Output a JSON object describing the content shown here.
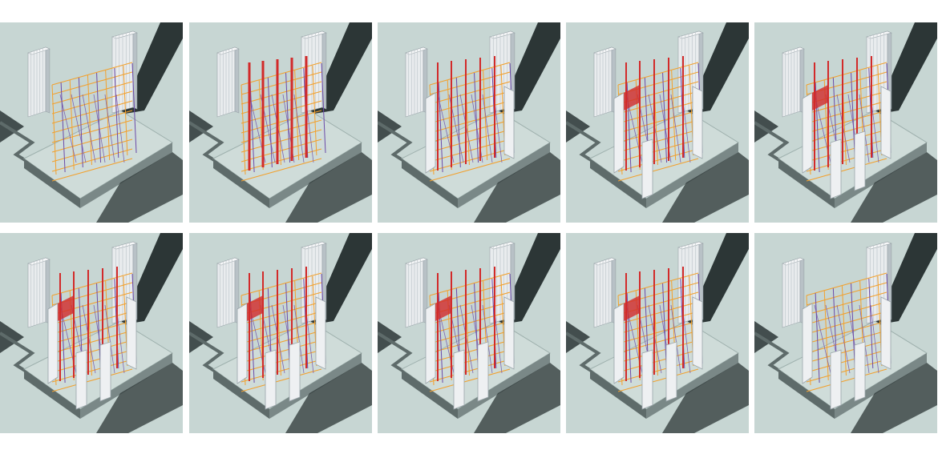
{
  "figure": {
    "panels": [
      {
        "id": 1,
        "stage": "scaffold-only",
        "red_columns": false,
        "panels_placed": 0
      },
      {
        "id": 2,
        "stage": "red-columns",
        "red_columns": true,
        "panels_placed": 0
      },
      {
        "id": 3,
        "stage": "walls-partial",
        "red_columns": true,
        "panels_placed": 2
      },
      {
        "id": 4,
        "stage": "walls-more",
        "red_columns": true,
        "panels_placed": 3
      },
      {
        "id": 5,
        "stage": "walls-red-inner",
        "red_columns": true,
        "panels_placed": 4
      },
      {
        "id": 6,
        "stage": "walls-complete",
        "red_columns": true,
        "panels_placed": 4
      },
      {
        "id": 7,
        "stage": "inner-light",
        "red_columns": true,
        "panels_placed": 4
      },
      {
        "id": 8,
        "stage": "inner-red-bands",
        "red_columns": true,
        "panels_placed": 4
      },
      {
        "id": 9,
        "stage": "inner-white-rim",
        "red_columns": true,
        "panels_placed": 4
      },
      {
        "id": 10,
        "stage": "final",
        "red_columns": false,
        "panels_placed": 4
      }
    ],
    "colors": {
      "ground": "#c7d6d3",
      "ground_dark": "#aebfbc",
      "shadow": "#2c3636",
      "slab_top": "#cfdcd9",
      "slab_side": "#5e6b6a",
      "tower": "#e9ecee",
      "tower_shade": "#b8c1c6",
      "scaffold_orange": "#f2a12e",
      "scaffold_purple": "#6b4aa8",
      "column_red": "#d22a2a",
      "wall_white": "#eef0f2"
    }
  }
}
